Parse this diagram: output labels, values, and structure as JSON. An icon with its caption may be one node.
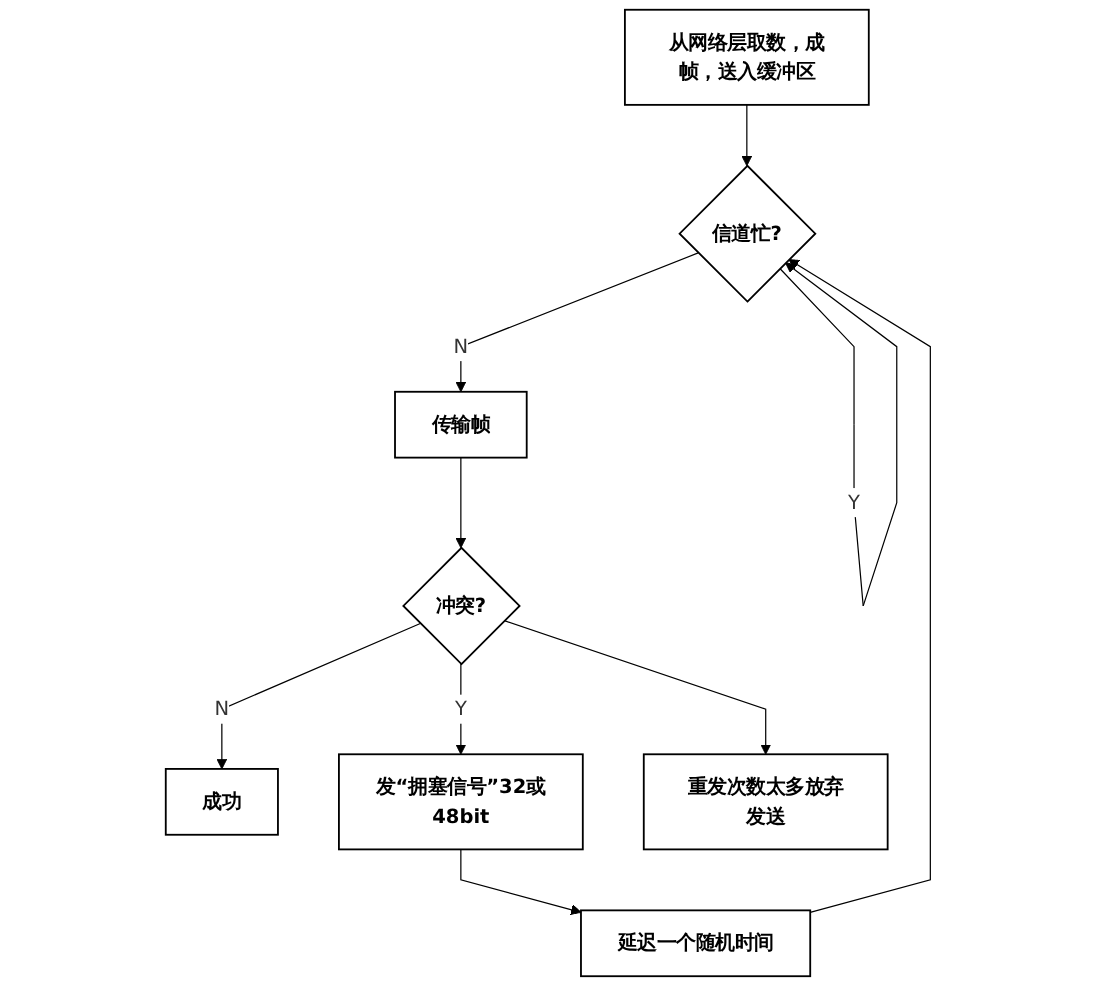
{
  "diagram": {
    "nodes": [
      {
        "text": [
          "从网络层取数，成帧，送入缓冲区"
        ]
      },
      {
        "text": [
          "信道忙?"
        ]
      },
      {
        "text": [
          "传输帧"
        ]
      },
      {
        "text": [
          "冲突?"
        ]
      },
      {
        "text": [
          "成功"
        ]
      },
      {
        "text": [
          "发“拥塞信号”32或48bit"
        ]
      },
      {
        "text": [
          "重发次数太多放弃发送"
        ]
      },
      {
        "text": [
          "延迟一个随机时间"
        ]
      }
    ],
    "edges": [
      {
        "from": 0,
        "to": 1,
        "arrow": "to"
      },
      {
        "from": 1,
        "to": 1,
        "arrow": "to",
        "label": "Y"
      },
      {
        "from": 7,
        "to": 1,
        "arrow": "to"
      },
      {
        "from": 1,
        "to": 2,
        "arrow": "to",
        "label": "N"
      },
      {
        "from": 2,
        "to": 3,
        "arrow": "to"
      },
      {
        "from": 3,
        "to": 4,
        "arrow": "to",
        "label": "N"
      },
      {
        "from": 3,
        "to": 5,
        "arrow": "to",
        "label": "Y"
      },
      {
        "from": 3,
        "to": 6,
        "arrow": "to"
      },
      {
        "from": 5,
        "to": 7,
        "arrow": "to"
      }
    ]
  }
}
